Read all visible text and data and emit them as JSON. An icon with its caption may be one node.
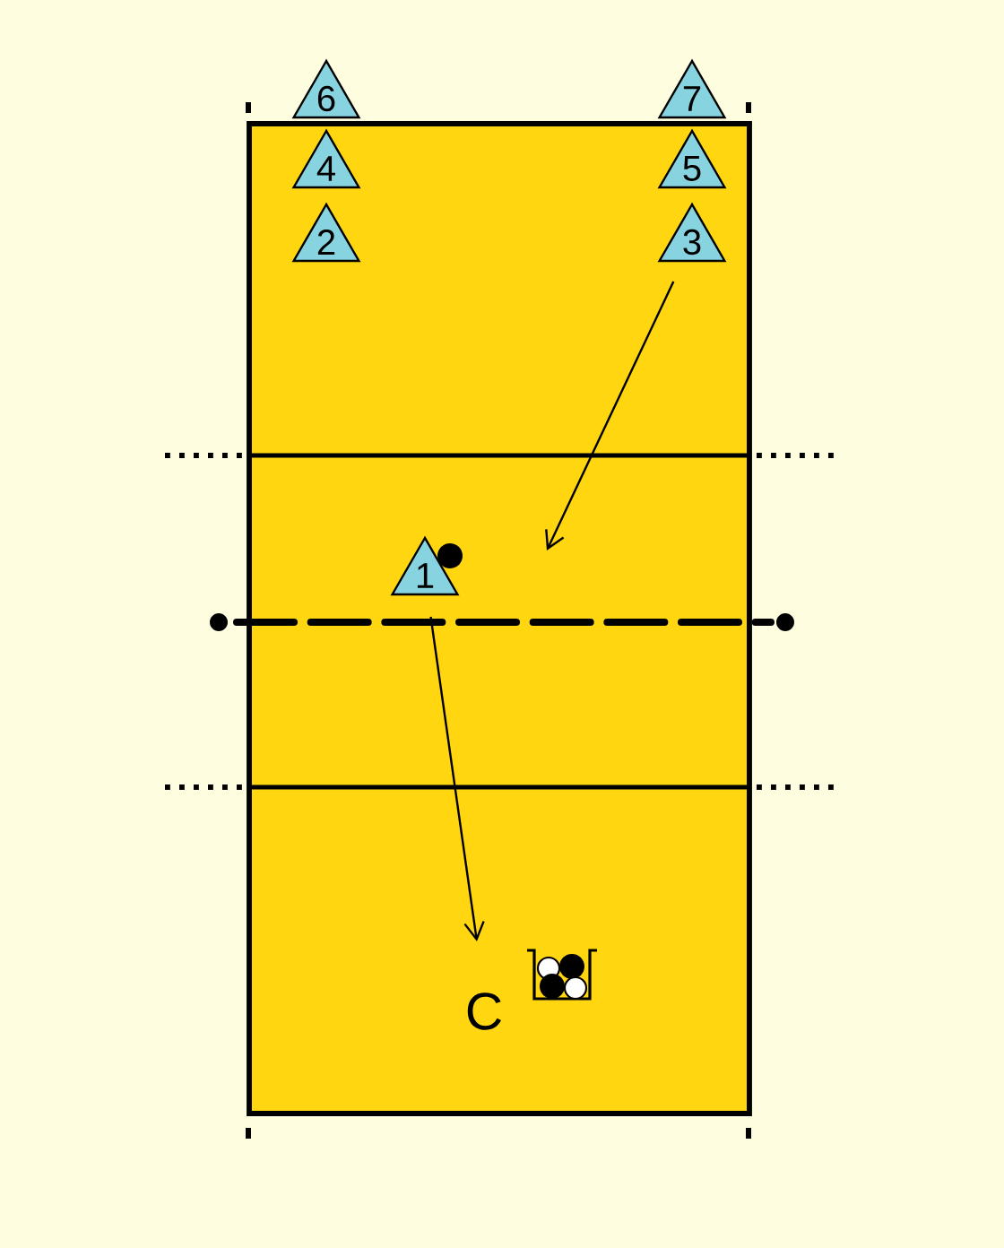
{
  "diagram": {
    "nodes": [
      {
        "text": [
          "6"
        ]
      },
      {
        "text": [
          "7"
        ]
      },
      {
        "text": [
          "4"
        ]
      },
      {
        "text": [
          "5"
        ]
      },
      {
        "text": [
          "2"
        ]
      },
      {
        "text": [
          "3"
        ]
      },
      {
        "text": [
          "1"
        ]
      },
      {
        "text": [
          "C"
        ]
      }
    ],
    "edges": [
      {
        "from": 5,
        "to": null,
        "arrow": "to"
      },
      {
        "from": 6,
        "to": null,
        "arrow": "to"
      }
    ]
  }
}
